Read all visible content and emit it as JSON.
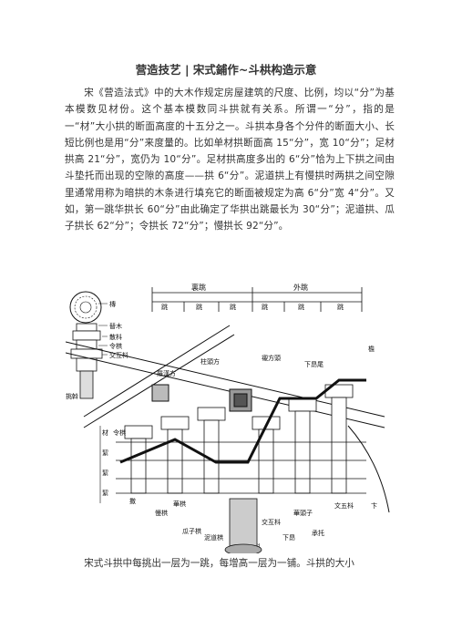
{
  "article": {
    "title": "营造技艺 | 宋式鋪作~斗栱构造示意",
    "body": "宋《营造法式》中的大木作规定房屋建筑的尺度、比例，均以“分”为基本模数见材份。这个基本模数同斗拱就有关系。所谓一“分”，指的是一“材”大小拱的断面高度的十五分之一。斗拱本身各个分件的断面大小、长短比例也是用“分”来度量的。比如单材拱断面高 15“分”，宽 10“分”；足材拱高 21“分”，宽仍为 10“分”。足材拱高度多出的 6“分”恰为上下拱之间由斗垫托而出现的空隙的高度——拱 6“分”。泥道拱上有慢拱时两拱之间空隙里通常用称为暗拱的木条进行填充它的断面被规定为高 6“分”宽 4“分”。又如，第一跳华拱长 60“分”由此确定了华拱出跳最长为 30“分”；泥道拱、瓜子拱长 62“分”；令拱长 72“分”；慢拱长 92“分”。",
    "caption": "宋式斗拱中每挑出一层为一跳，每增高一层为一铺。斗拱的大小"
  },
  "figure": {
    "top_labels": {
      "li_tiao": "裏跳",
      "wai_tiao": "外跳",
      "tiao": [
        "跳",
        "跳",
        "跳",
        "跳",
        "跳",
        "跳"
      ]
    },
    "left_labels": [
      "槫",
      "替木",
      "散枓",
      "令栱",
      "交互枓"
    ],
    "side_labels": {
      "tiao_wo": "挑斡",
      "cai": "材",
      "qi": [
        "絜",
        "絜",
        "絜"
      ],
      "ling_gong": "令栱",
      "luo_han_fang": "羅漢方",
      "zhu_tou_fang": "柱頭方",
      "xia_ang_wei": "下昂尾",
      "chen_fang_tou": "襯方頭",
      "san_shu": "撒",
      "yan": "檐",
      "xia_ang": "下昂",
      "hua_gong": "華栱",
      "man_gong": "慢栱",
      "gua_zi_gong": "瓜子栱",
      "ni_dao_gong": "泥道栱",
      "jiao_hu_dou": "交互枓",
      "hua_tou_zi": "華頭子",
      "lu_dou": "櫨枓",
      "wen_lu": "文五枓",
      "cheng_tuo": "承托",
      "bian": "卞"
    }
  }
}
